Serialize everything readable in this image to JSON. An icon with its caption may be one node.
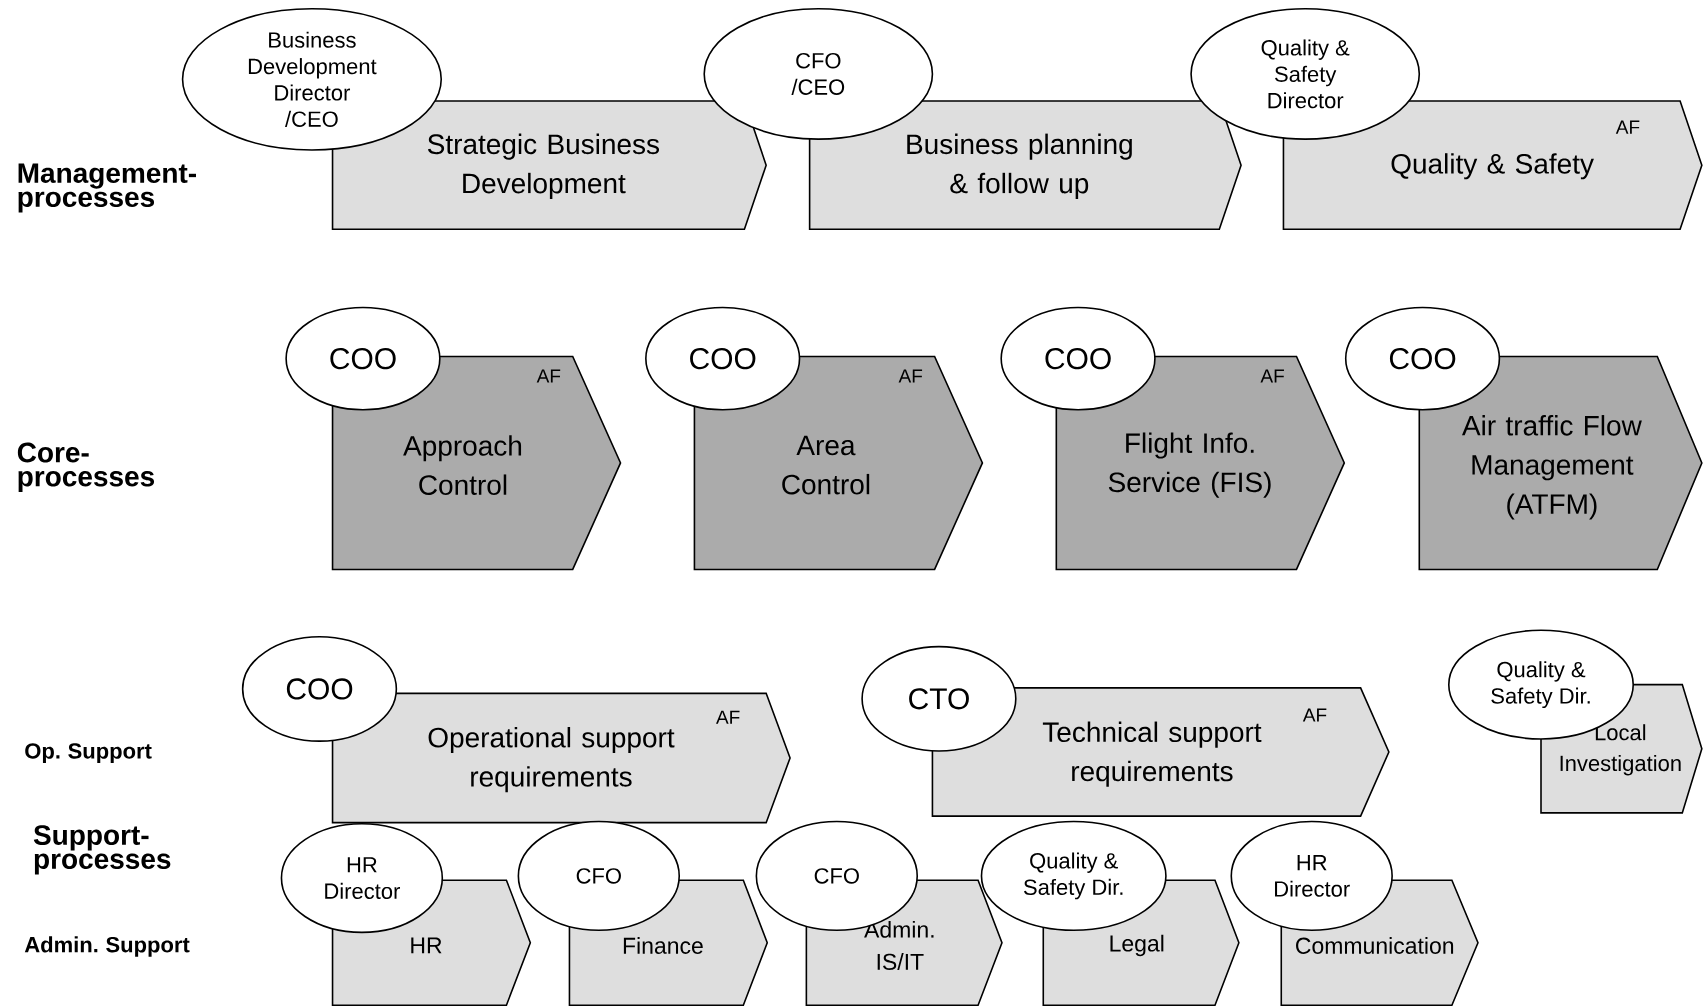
{
  "diagram": {
    "nodes": [
      {
        "text": [
          "Business Development Director /CEO"
        ]
      },
      {
        "text": [
          "Strategic Business Development"
        ]
      },
      {
        "text": [
          "CFO /CEO"
        ]
      },
      {
        "text": [
          "Business planning & follow up"
        ]
      },
      {
        "text": [
          "Quality & Safety Director"
        ]
      },
      {
        "text": [
          "AF",
          "Quality & Safety"
        ]
      },
      {
        "text": [
          "COO"
        ]
      },
      {
        "text": [
          "AF",
          "Approach Control"
        ]
      },
      {
        "text": [
          "COO"
        ]
      },
      {
        "text": [
          "AF",
          "Area Control"
        ]
      },
      {
        "text": [
          "COO"
        ]
      },
      {
        "text": [
          "AF",
          "Flight Info. Service (FIS)"
        ]
      },
      {
        "text": [
          "COO"
        ]
      },
      {
        "text": [
          "Air traffic Flow Management (ATFM)"
        ]
      },
      {
        "text": [
          "COO"
        ]
      },
      {
        "text": [
          "AF",
          "Operational support requirements"
        ]
      },
      {
        "text": [
          "CTO"
        ]
      },
      {
        "text": [
          "AF",
          "Technical support requirements"
        ]
      },
      {
        "text": [
          "Quality & Safety Dir."
        ]
      },
      {
        "text": [
          "Local Investigation"
        ]
      },
      {
        "text": [
          "HR Director"
        ]
      },
      {
        "text": [
          "HR"
        ]
      },
      {
        "text": [
          "CFO"
        ]
      },
      {
        "text": [
          "Finance"
        ]
      },
      {
        "text": [
          "CFO"
        ]
      },
      {
        "text": [
          "Admin. IS/IT"
        ]
      },
      {
        "text": [
          "Quality & Safety Dir."
        ]
      },
      {
        "text": [
          "Legal"
        ]
      },
      {
        "text": [
          "HR Director"
        ]
      },
      {
        "text": [
          "Communication"
        ]
      }
    ],
    "labels": [
      "Management-processes",
      "Core-processes",
      "Op. Support",
      "Support-processes",
      "Admin. Support"
    ]
  }
}
